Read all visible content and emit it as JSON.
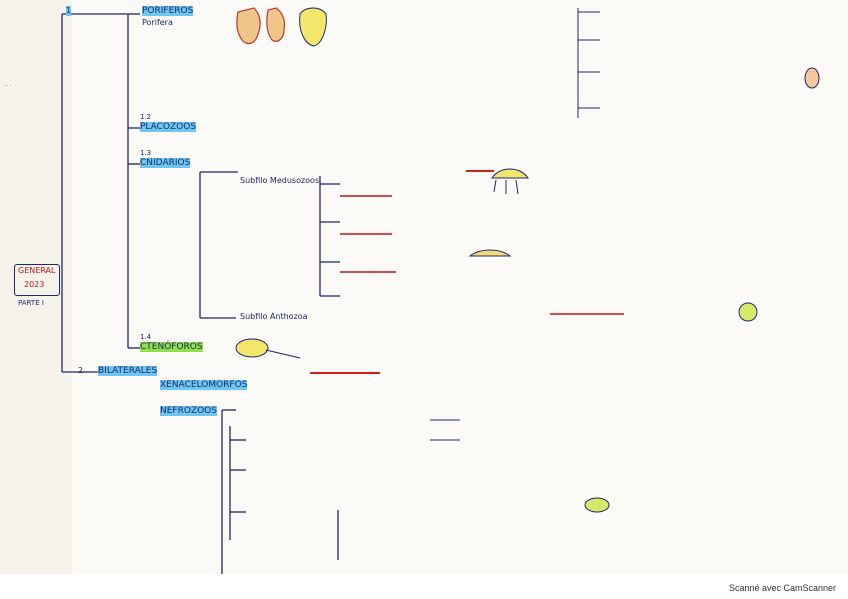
{
  "sheet": {
    "title": "GENERAL",
    "year": "2023",
    "part": "PARTE I"
  },
  "footer": {
    "scanner_credit": "Scanné avec CamScanner"
  },
  "colors": {
    "ink": "#1c2a6b",
    "red_ink": "#c0181d",
    "green_highlight": "#8fe04a",
    "yellow_highlight": "#f5e94a",
    "blue_highlight": "#6ec6f2"
  },
  "tree": {
    "section1": {
      "number": "1",
      "title": "PORIFEROS",
      "group": "Porifera"
    },
    "placozoos": {
      "number": "1.2",
      "title": "PLACOZOOS"
    },
    "cnidarios": {
      "number": "1.3",
      "title": "CNIDARIOS",
      "subphylum1": "Subfilo Medusozoos",
      "subphylum2": "Subfilo Anthozoa"
    },
    "ctenoforos": {
      "number": "1.4",
      "title": "CTENÓFOROS"
    },
    "bilaterales": {
      "number": "2",
      "title": "BILATERALES",
      "xenacelomorfos": "XENACELOMORFOS",
      "nefrozoos": "NEFROZOOS"
    }
  },
  "icons": [
    "sponge-sketch-icon",
    "medusa-sketch-icon",
    "ctenophore-sketch-icon",
    "organism-sketch-icon"
  ]
}
